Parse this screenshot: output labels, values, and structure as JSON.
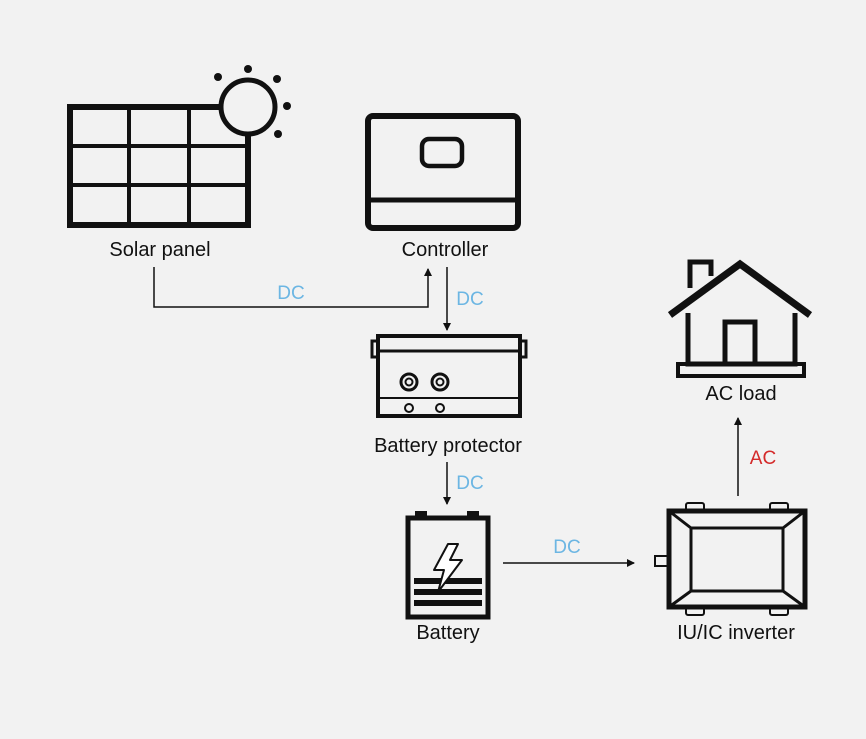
{
  "labels": {
    "solar_panel": "Solar panel",
    "controller": "Controller",
    "battery_protector": "Battery protector",
    "battery": "Battery",
    "inverter": "IU/IC inverter",
    "ac_load": "AC load"
  },
  "edges": {
    "solar_to_controller": "DC",
    "controller_to_protector": "DC",
    "protector_to_battery": "DC",
    "battery_to_inverter": "DC",
    "inverter_to_load": "AC"
  },
  "colors": {
    "dc": "#6cb6e3",
    "ac": "#d42a2a",
    "stroke": "#111111",
    "background": "#f2f2f2"
  },
  "icons": [
    "solar-panel-icon",
    "sun-icon",
    "controller-icon",
    "battery-protector-icon",
    "battery-icon",
    "lightning-icon",
    "inverter-icon",
    "house-icon"
  ]
}
